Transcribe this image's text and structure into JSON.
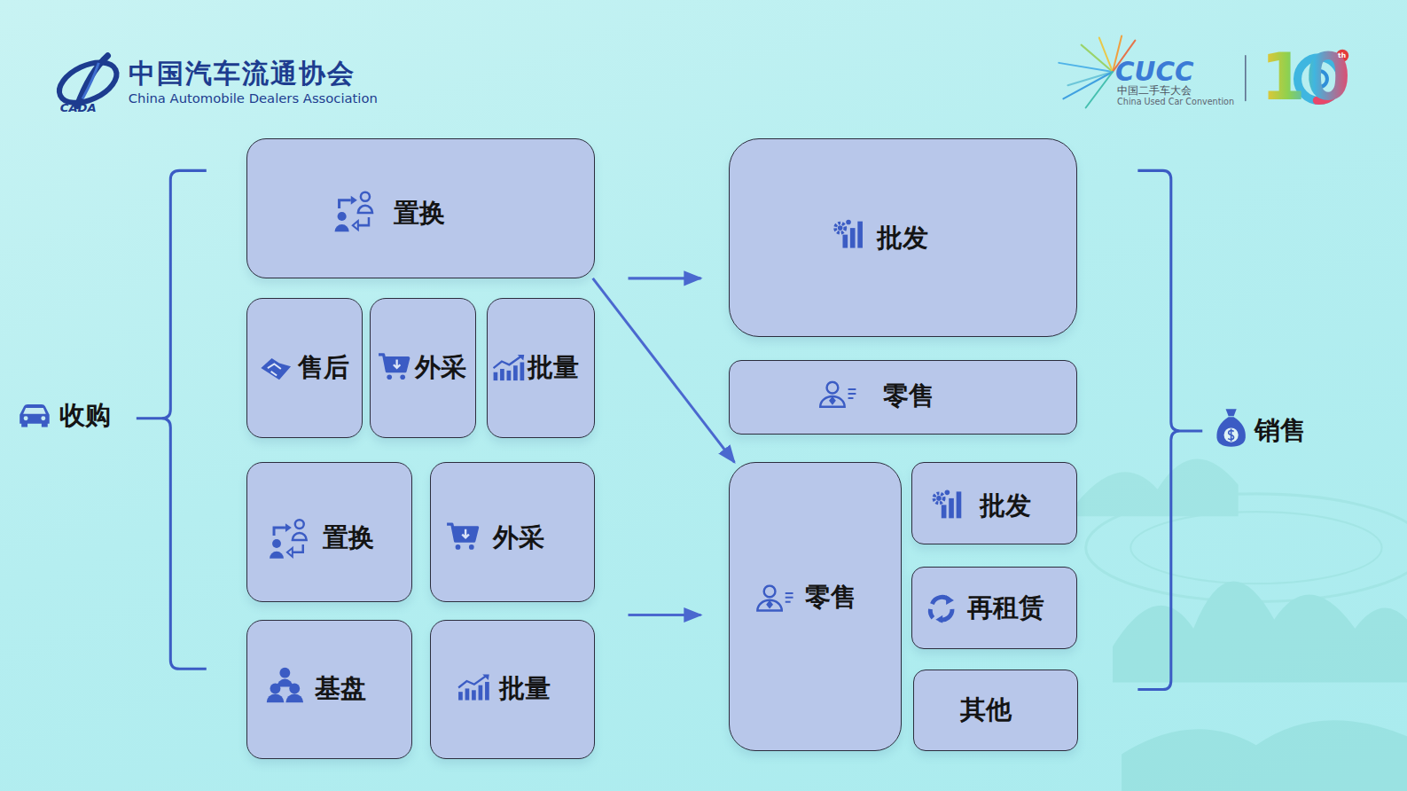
{
  "diagram": {
    "nodes": [
      {
        "text": [
          "置换"
        ]
      },
      {
        "text": [
          "售后"
        ]
      },
      {
        "text": [
          "外采"
        ]
      },
      {
        "text": [
          "批量"
        ]
      },
      {
        "text": [
          "置换"
        ]
      },
      {
        "text": [
          "外采"
        ]
      },
      {
        "text": [
          "基盘"
        ]
      },
      {
        "text": [
          "批量"
        ]
      },
      {
        "text": [
          "批发"
        ]
      },
      {
        "text": [
          "零售"
        ]
      },
      {
        "text": [
          "零售"
        ]
      },
      {
        "text": [
          "批发"
        ]
      },
      {
        "text": [
          "再租赁"
        ]
      },
      {
        "text": [
          "其他"
        ]
      }
    ],
    "edges": [
      {
        "from": 0,
        "to": 10,
        "arrow": "to"
      }
    ],
    "labels": [
      "中国汽车流通协会",
      "China Automobile Dealers Association",
      "CADA",
      "CUCC",
      "中国二手车大会",
      "China Used Car Convention",
      "10",
      "th",
      "收购",
      "销售"
    ]
  }
}
